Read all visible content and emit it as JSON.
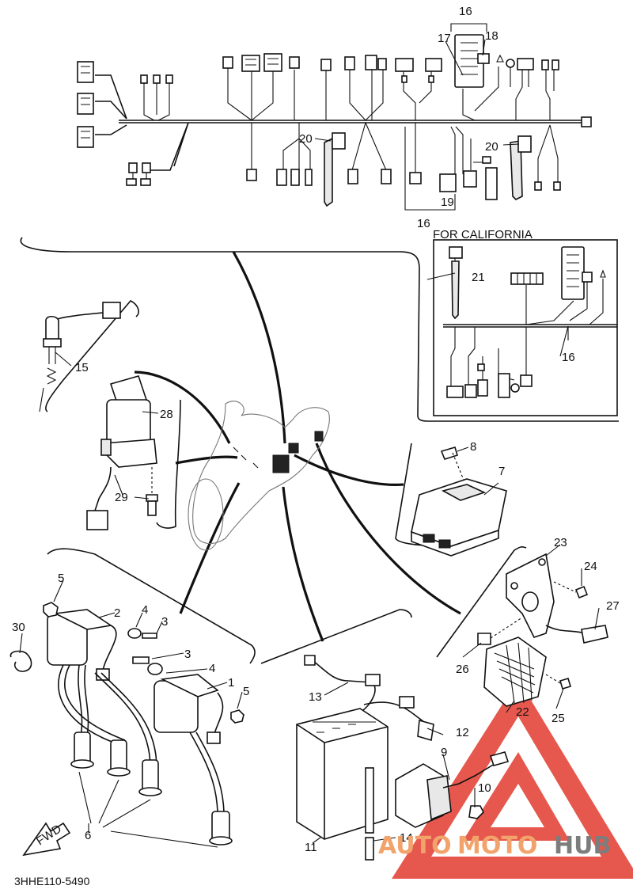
{
  "diagram": {
    "section_title": "FOR CALIFORNIA",
    "drawing_code": "3HHE110-5490",
    "fwd_label": "FWD",
    "callouts": {
      "c1": "1",
      "c2": "2",
      "c3a": "3",
      "c3b": "3",
      "c4a": "4",
      "c4b": "4",
      "c5a": "5",
      "c5b": "5",
      "c6": "6",
      "c7": "7",
      "c8": "8",
      "c9": "9",
      "c10": "10",
      "c11": "11",
      "c12": "12",
      "c13": "13",
      "c14": "14",
      "c15": "15",
      "c16a": "16",
      "c16b": "16",
      "c16c": "16",
      "c17": "17",
      "c18": "18",
      "c19": "19",
      "c20a": "20",
      "c20b": "20",
      "c21": "21",
      "c22": "22",
      "c23": "23",
      "c24": "24",
      "c25": "25",
      "c26": "26",
      "c27": "27",
      "c28": "28",
      "c29": "29",
      "c30": "30"
    }
  },
  "watermark": {
    "part1": "AUTO",
    "part2": "MOTO",
    "part3": "HUB",
    "accent_color": "#e23b2e"
  }
}
